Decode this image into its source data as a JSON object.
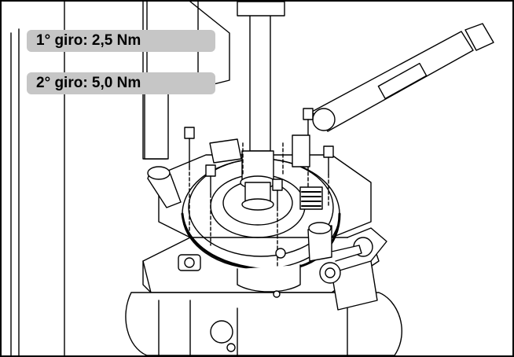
{
  "annotations": {
    "first_turn": "1° giro: 2,5 Nm",
    "second_turn": "2° giro: 5,0 Nm"
  },
  "illustration": {
    "subject": "technical-line-drawing"
  }
}
